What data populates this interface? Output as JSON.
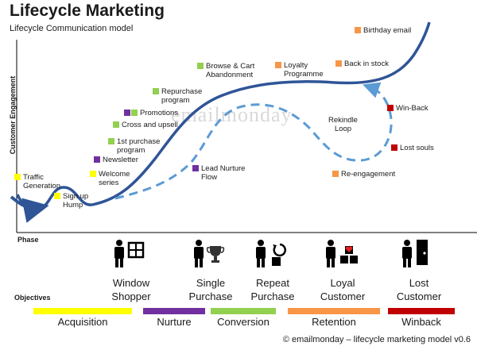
{
  "title": "Lifecycle Marketing",
  "subtitle": "Lifecycle Communication model",
  "y_axis_label": "Customer Engagement",
  "phase_label": "Phase",
  "objectives_label": "Objectives",
  "watermark": "emailmonday",
  "copyright": "© emailmonday – lifecycle marketing model v0.6",
  "colors": {
    "acquisition": "#ffff00",
    "nurture": "#7030a0",
    "conversion": "#92d050",
    "retention": "#f79646",
    "winback": "#c00000",
    "curve": "#2f5597",
    "dashed": "#5b9bd5"
  },
  "annotations": [
    {
      "lines": [
        "Traffic",
        "Generation"
      ],
      "color": "acquisition"
    },
    {
      "lines": [
        "Sign up",
        "Hump"
      ],
      "color": "acquisition"
    },
    {
      "lines": [
        "Welcome",
        "series"
      ],
      "color": "acquisition"
    },
    {
      "lines": [
        "Newsletter"
      ],
      "color": "nurture"
    },
    {
      "lines": [
        "1st purchase",
        "program"
      ],
      "color": "conversion"
    },
    {
      "lines": [
        "Cross and upsell"
      ],
      "color": "conversion"
    },
    {
      "lines": [
        "Promotions"
      ],
      "color": "conversion",
      "color2": "nurture"
    },
    {
      "lines": [
        "Repurchase",
        "program"
      ],
      "color": "conversion"
    },
    {
      "lines": [
        "Browse  & Cart",
        "Abandonment"
      ],
      "color": "conversion"
    },
    {
      "lines": [
        "Loyalty",
        "Programme"
      ],
      "color": "retention"
    },
    {
      "lines": [
        "Back in stock"
      ],
      "color": "retention"
    },
    {
      "lines": [
        "Birthday email"
      ],
      "color": "retention"
    },
    {
      "lines": [
        "Lead Nurture",
        "Flow"
      ],
      "color": "nurture"
    },
    {
      "lines": [
        "Win-Back"
      ],
      "color": "winback"
    },
    {
      "lines": [
        "Lost souls"
      ],
      "color": "winback"
    },
    {
      "lines": [
        "Re-engagement"
      ],
      "color": "retention"
    }
  ],
  "rekindle": [
    "Rekindle",
    "Loop"
  ],
  "personas": [
    {
      "lines": [
        "Window",
        "Shopper"
      ],
      "icon": "window-icon"
    },
    {
      "lines": [
        "Single",
        "Purchase"
      ],
      "icon": "trophy-icon"
    },
    {
      "lines": [
        "Repeat",
        "Purchase"
      ],
      "icon": "repeat-icon"
    },
    {
      "lines": [
        "Loyal",
        "Customer"
      ],
      "icon": "boxes-heart-icon"
    },
    {
      "lines": [
        "Lost",
        "Customer"
      ],
      "icon": "door-icon"
    }
  ],
  "objectives": [
    {
      "label": "Acquisition",
      "color": "acquisition"
    },
    {
      "label": "Nurture",
      "color": "nurture"
    },
    {
      "label": "Conversion",
      "color": "conversion"
    },
    {
      "label": "Retention",
      "color": "retention"
    },
    {
      "label": "Winback",
      "color": "winback"
    }
  ]
}
